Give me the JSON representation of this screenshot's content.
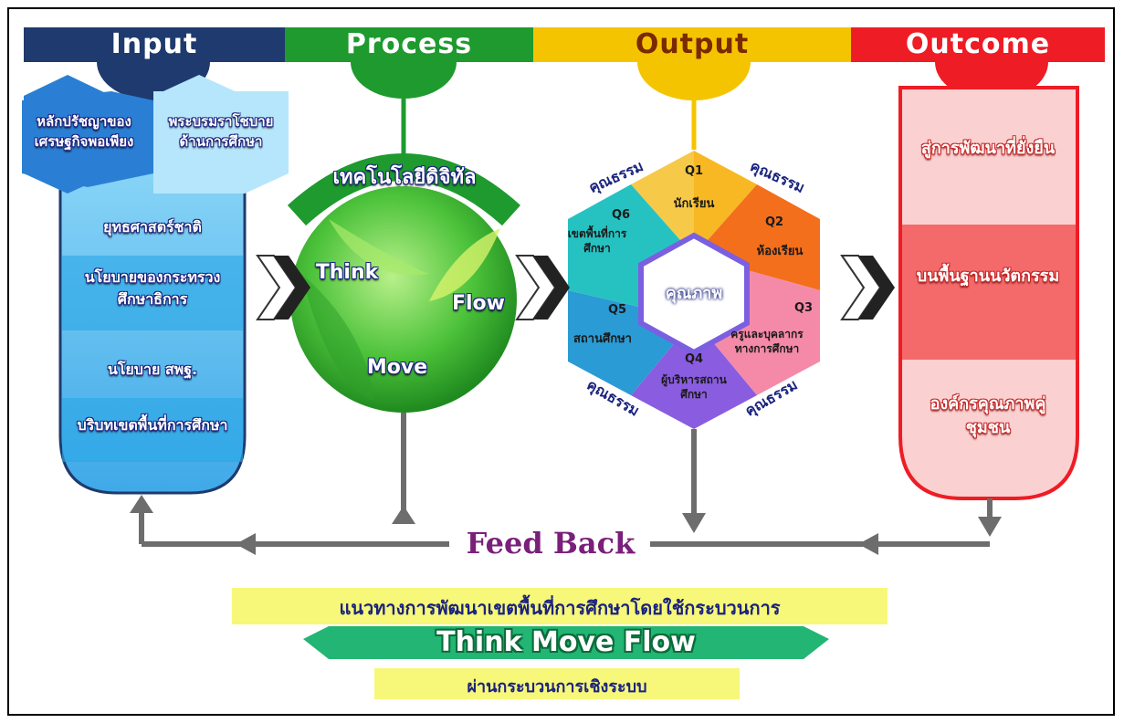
{
  "headers": {
    "input": "Input",
    "process": "Process",
    "output": "Output",
    "outcome": "Outcome"
  },
  "input": {
    "hex_left": "หลักปรัชญาของเศรษฐกิจพอเพียง",
    "hex_right": "พระบรมราโชบายด้านการศึกษา",
    "items": [
      "ยุทธศาสตร์ชาติ",
      "นโยบายของกระทรวงศึกษาธิการ",
      "นโยบาย สพฐ.",
      "บริบทเขตพื้นที่การศึกษา"
    ]
  },
  "process": {
    "arc_title": "เทคโนโลยีดิจิทัล",
    "think": "Think",
    "move": "Move",
    "flow": "Flow"
  },
  "output": {
    "center": "คุณภาพ",
    "virtue": "คุณธรรม",
    "segments": [
      {
        "code": "Q1",
        "label": "นักเรียน"
      },
      {
        "code": "Q2",
        "label": "ห้องเรียน"
      },
      {
        "code": "Q3",
        "label": "ครูและบุคลากรทางการศึกษา"
      },
      {
        "code": "Q4",
        "label": "ผู้บริหารสถานศึกษา"
      },
      {
        "code": "Q5",
        "label": "สถานศึกษา"
      },
      {
        "code": "Q6",
        "label": "เขตพื้นที่การศึกษา"
      }
    ]
  },
  "outcome": {
    "items": [
      "สู่การพัฒนาที่ยั่งยืน",
      "บนพื้นฐานนวัตกรรม",
      "องค์กรคุณภาพคู่ชุมชน"
    ]
  },
  "feedback": "Feed Back",
  "banner": {
    "line1": "แนวทางการพัฒนาเขตพื้นที่การศึกษาโดยใช้กระบวนการ",
    "line2": "Think Move Flow",
    "line3": "ผ่านกระบวนการเชิงระบบ"
  },
  "colors": {
    "input_header": "#1f3a6e",
    "process_header": "#1e9a2e",
    "output_header": "#f5c400",
    "outcome_header": "#ee1c25",
    "input_fill": "#6ec8f0",
    "outcome_fill": "#f8b5b5",
    "banner_yellow": "#f7f77a",
    "banner_green": "#22b573"
  }
}
